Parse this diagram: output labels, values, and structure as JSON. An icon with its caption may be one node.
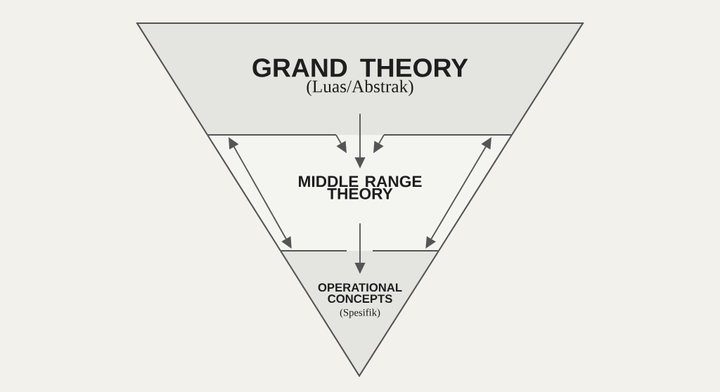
{
  "diagram": {
    "nodes": [
      {
        "text": [
          "GRAND THEORY",
          "(Luas/Abstrak)"
        ]
      },
      {
        "text": [
          "MIDDLE RANGE THEORY"
        ]
      },
      {
        "text": [
          "OPERATIONAL CONCEPTS",
          "(Spesifik)"
        ]
      }
    ],
    "edges": [
      {
        "from": 0,
        "to": 1,
        "arrow": "to"
      },
      {
        "from": 0,
        "to": null,
        "arrow": "to"
      },
      {
        "from": 0,
        "to": null,
        "arrow": "to"
      },
      {
        "from": 1,
        "to": 2,
        "arrow": "to"
      },
      {
        "from": 0,
        "to": 2,
        "arrow": "both"
      },
      {
        "from": 0,
        "to": 2,
        "arrow": "both"
      }
    ]
  }
}
